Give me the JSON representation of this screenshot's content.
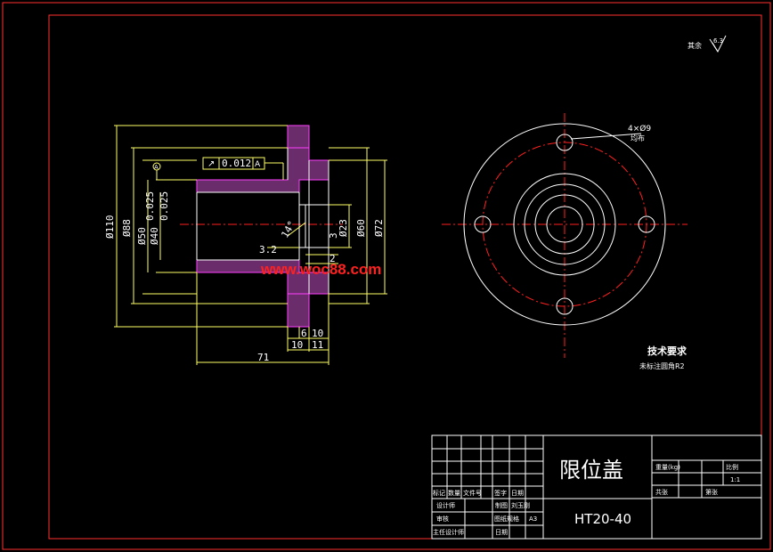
{
  "surface_note": "其余",
  "surface_roughness": "6.3",
  "dimensions": {
    "d110": "Ø110",
    "d88": "Ø88",
    "d50": "Ø50",
    "d50_tol": "0.025",
    "d40": "Ø40",
    "d40_tol": "0.025",
    "d23": "Ø23",
    "d60": "Ø60",
    "d72": "Ø72",
    "len71": "71",
    "len10a": "10",
    "len10b": "10",
    "len11": "11",
    "len6": "6",
    "len2": "2",
    "len3": "3",
    "angle": "14°",
    "rough1": "3.2",
    "holes": "4×Ø9",
    "holes_note": "均布"
  },
  "tolerance_frame": {
    "symbol": "↗",
    "value": "0.012",
    "datum": "A"
  },
  "datum_label": "A",
  "watermark": "www.woc88.com",
  "tech_title": "技术要求",
  "tech_note": "未标注圆角R2",
  "title_block": {
    "part_name": "限位盖",
    "material": "HT20-40",
    "headers": [
      "标记",
      "数量",
      "文件号",
      "签字",
      "日期"
    ],
    "row_labels": [
      "设计师",
      "审核",
      "主任设计师"
    ],
    "col_labels": [
      "制图",
      "刘玉刚",
      "图纸规格",
      "A3",
      "日期"
    ],
    "right_labels": [
      "重量(kg)",
      "比例",
      "共张",
      "第张"
    ],
    "scale": "1:1"
  }
}
